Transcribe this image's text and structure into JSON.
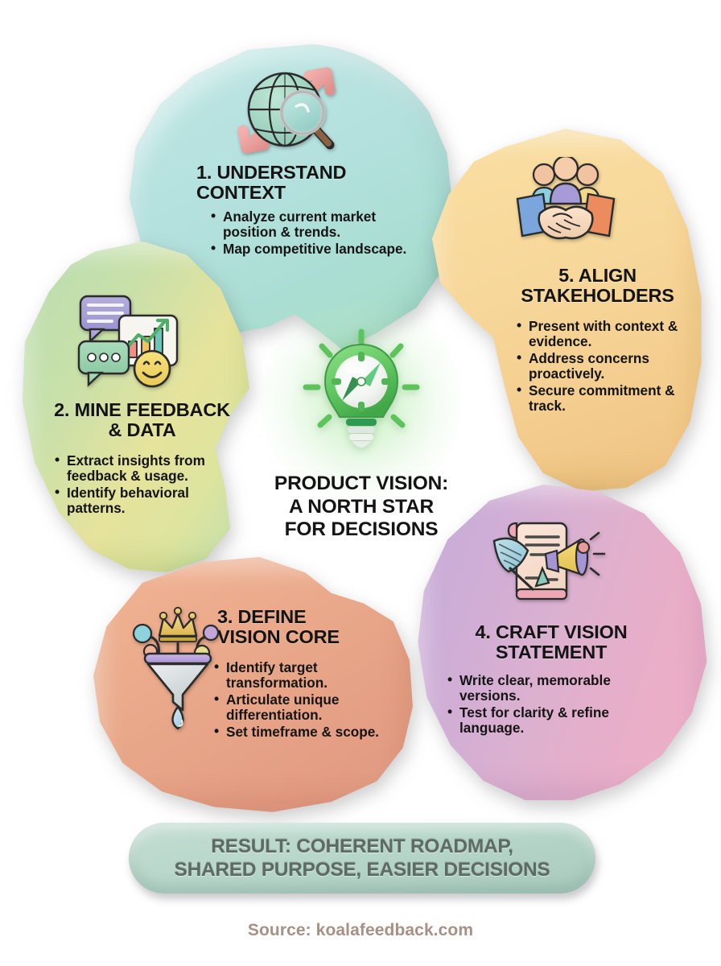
{
  "center": {
    "icon": "lightbulb-compass-icon",
    "title": "PRODUCT VISION:\nA NORTH STAR\nFOR DECISIONS",
    "glow_color": "#8fe08a",
    "bulb_color": "#5cc45a"
  },
  "steps": [
    {
      "id": "understand-context",
      "number": "1.",
      "title": "1. UNDERSTAND\nCONTEXT",
      "icon": "globe-magnifier-icon",
      "color": "#b3e0dd",
      "bullets": [
        "Analyze current market position & trends.",
        "Map competitive landscape."
      ]
    },
    {
      "id": "mine-feedback-data",
      "number": "2.",
      "title": "2. MINE FEEDBACK\n& DATA",
      "icon": "feedback-chart-icon",
      "color": "#d2e2a3",
      "bullets": [
        "Extract insights from feedback & usage.",
        "Identify behavioral patterns."
      ]
    },
    {
      "id": "define-vision-core",
      "number": "3.",
      "title": "3. DEFINE\nVISION CORE",
      "icon": "funnel-crown-icon",
      "color": "#eaa98a",
      "bullets": [
        "Identify target transformation.",
        "Articulate unique differentiation.",
        "Set timeframe & scope."
      ]
    },
    {
      "id": "craft-vision-statement",
      "number": "4.",
      "title": "4. CRAFT VISION\nSTATEMENT",
      "icon": "scroll-quill-megaphone-icon",
      "color": "#d8b0cf",
      "bullets": [
        "Write clear, memorable versions.",
        "Test for clarity & refine language."
      ]
    },
    {
      "id": "align-stakeholders",
      "number": "5.",
      "title": "5. ALIGN\nSTAKEHOLDERS",
      "icon": "handshake-team-icon",
      "color": "#f7d79a",
      "bullets": [
        "Present with context & evidence.",
        "Address concerns proactively.",
        "Secure commitment & track."
      ]
    }
  ],
  "result": {
    "text": "RESULT: COHERENT ROADMAP,\nSHARED PURPOSE, EASIER DECISIONS",
    "color": "#b7d6ca"
  },
  "source": {
    "text": "Source: koalafeedback.com",
    "color": "#a89086"
  }
}
